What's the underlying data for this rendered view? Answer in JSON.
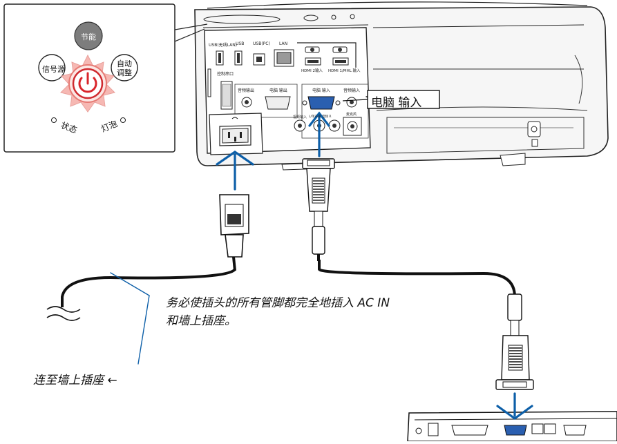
{
  "control_panel": {
    "eco_label": "节能",
    "source_label": "信号源",
    "auto_label_line1": "自动",
    "auto_label_line2": "调整",
    "status_label": "状态",
    "lamp_label": "灯泡"
  },
  "port_labels": {
    "usb_wlan": "USB(无线LAN)",
    "usb": "USB",
    "usb_pc": "USB(PC)",
    "lan": "LAN",
    "hdmi2": "HDMI 2输入",
    "hdmi1": "HDMI 1/MHL 输入",
    "control": "控制串口",
    "audio_out": "音频输出",
    "computer_out": "电脑 输出",
    "computer_in": "电脑 输入",
    "audio_in": "音频输入",
    "video": "视频输入",
    "audio_lr": "L/单声道 音频 R",
    "mic": "麦克风"
  },
  "callout": {
    "computer_in": "电脑 输入"
  },
  "notes": {
    "plug_line1": "务必使插头的所有管脚都完全地插入 AC IN",
    "plug_line2": "和墙上插座。",
    "wall_outlet": "连至墙上插座 ←"
  },
  "colors": {
    "arrow_blue": "#0d5fa8",
    "power_red": "#d9252b",
    "glow": "#f4a9a8"
  }
}
